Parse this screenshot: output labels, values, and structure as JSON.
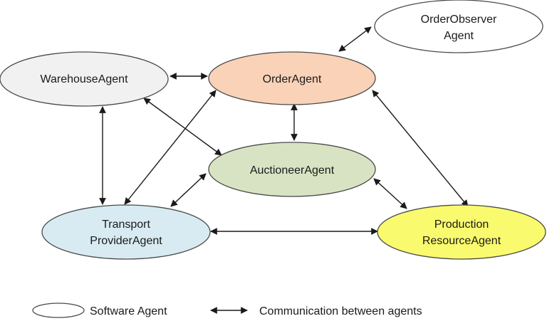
{
  "agents": {
    "order_observer": {
      "lines": [
        "OrderObserver",
        "Agent"
      ],
      "color": "#ffffff"
    },
    "warehouse": {
      "lines": [
        "WarehouseAgent"
      ],
      "color": "#f1f1f1"
    },
    "order": {
      "lines": [
        "OrderAgent"
      ],
      "color": "#f9d2b8"
    },
    "auctioneer": {
      "lines": [
        "AuctioneerAgent"
      ],
      "color": "#d8e3c4"
    },
    "transport": {
      "lines": [
        "Transport",
        "ProviderAgent"
      ],
      "color": "#d8ebf2"
    },
    "production": {
      "lines": [
        "Production",
        "ResourceAgent"
      ],
      "color": "#fafa6e"
    }
  },
  "legend": {
    "software_agent": "Software Agent",
    "communication": "Communication between agents"
  },
  "colors": {
    "stroke": "#4a4a4a",
    "arrow": "#1a1a1a"
  }
}
